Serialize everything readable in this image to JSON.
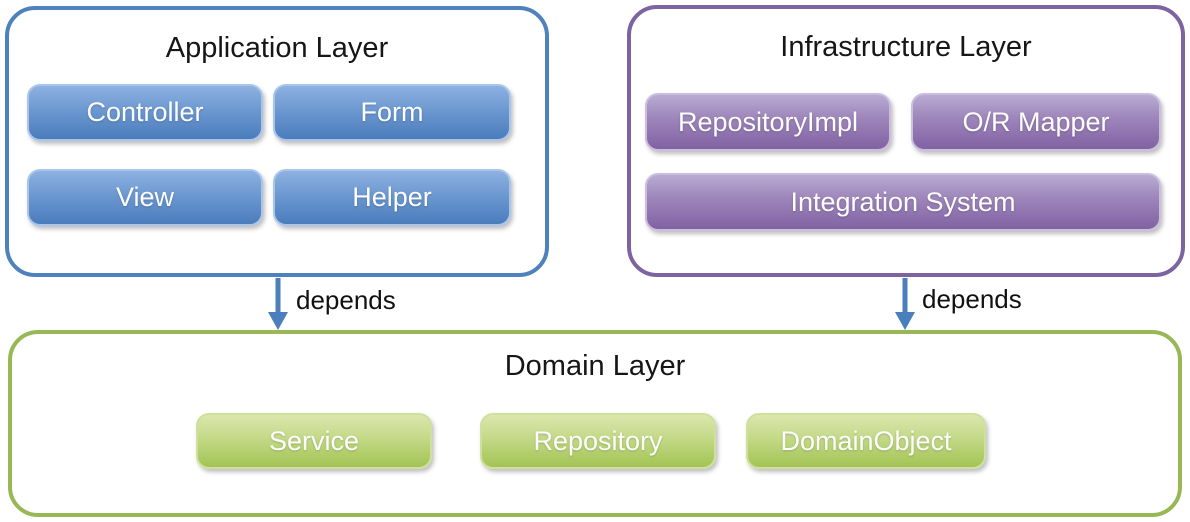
{
  "layers": {
    "application": {
      "title": "Application Layer",
      "accent_color": "#4f81bd",
      "buttons": [
        "Controller",
        "Form",
        "View",
        "Helper"
      ]
    },
    "infrastructure": {
      "title": "Infrastructure Layer",
      "accent_color": "#8064a2",
      "buttons": [
        "RepositoryImpl",
        "O/R Mapper",
        "Integration System"
      ]
    },
    "domain": {
      "title": "Domain Layer",
      "accent_color": "#9bbb59",
      "buttons": [
        "Service",
        "Repository",
        "DomainObject"
      ]
    }
  },
  "arrows": [
    {
      "from": "application",
      "to": "domain",
      "label": "depends",
      "color": "#4a7ebc"
    },
    {
      "from": "infrastructure",
      "to": "domain",
      "label": "depends",
      "color": "#4a7ebc"
    }
  ],
  "colors": {
    "background": "#ffffff",
    "title_text": "#161616",
    "button_text": "#ffffff"
  }
}
